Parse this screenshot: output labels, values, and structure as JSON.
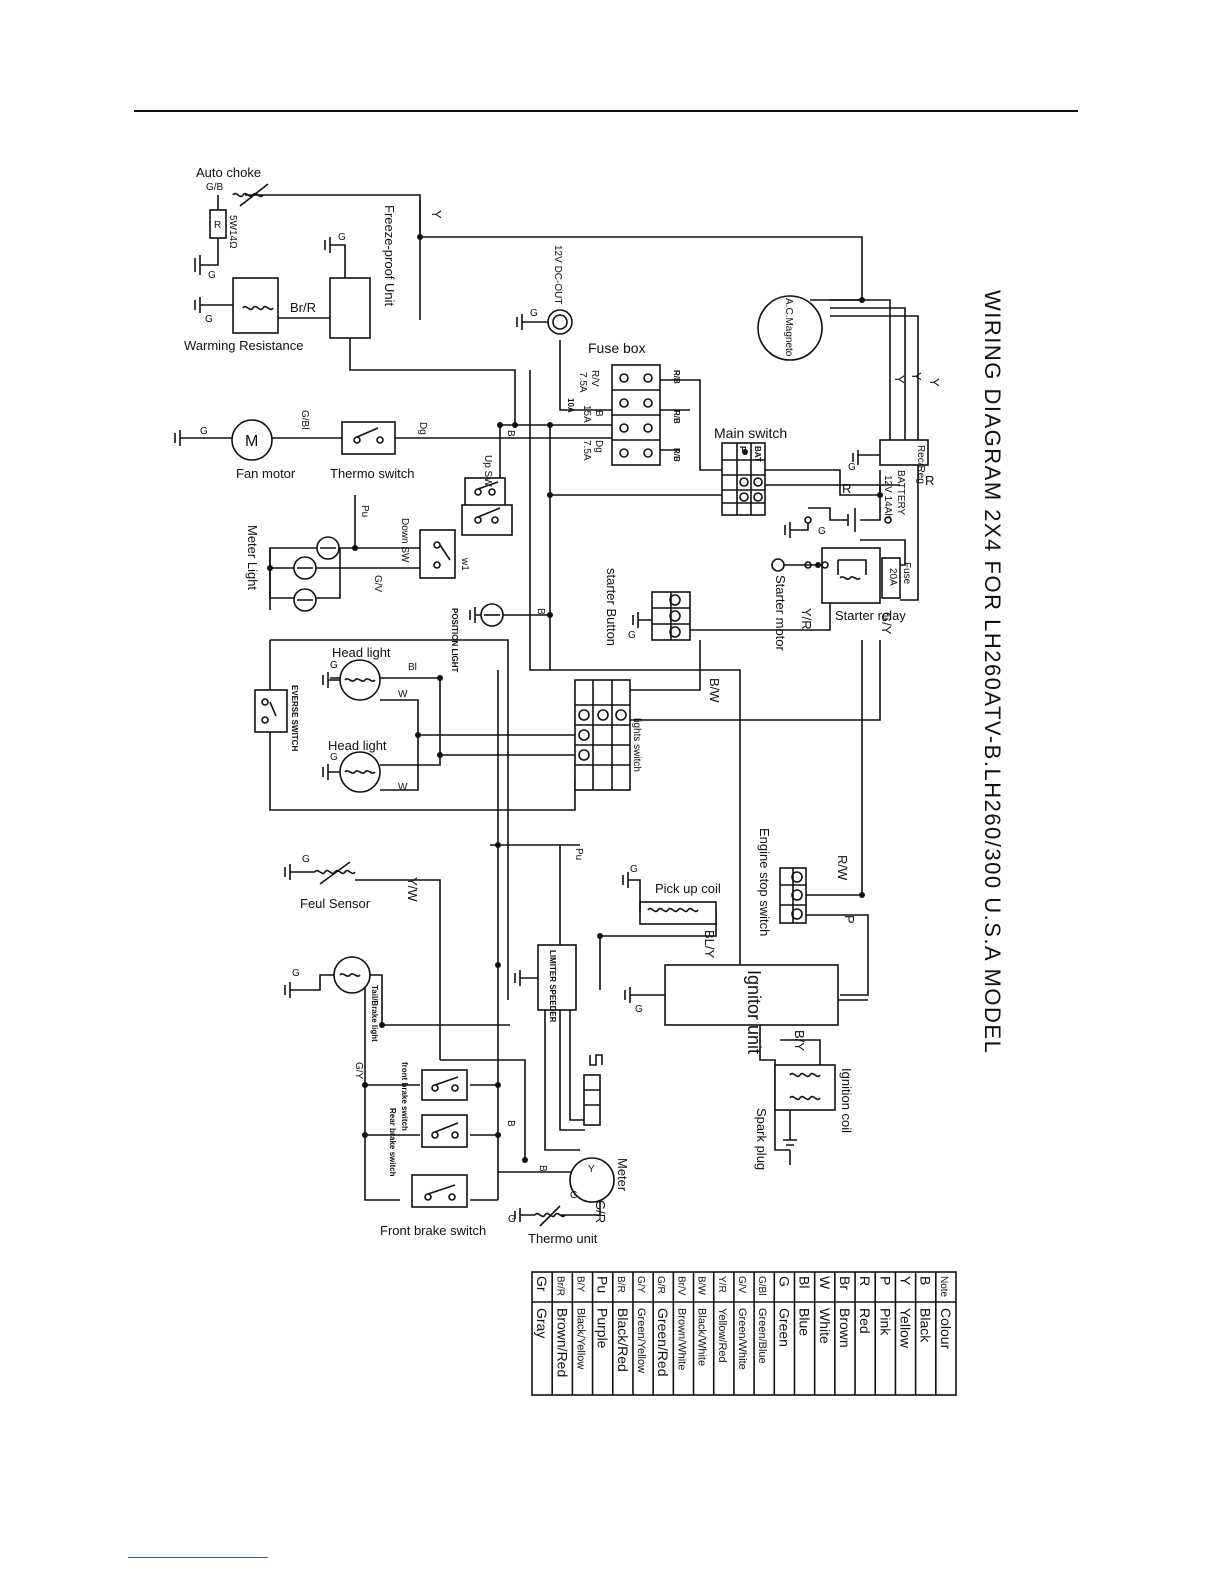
{
  "title": "WIRING DIAGRAM 2X4 FOR LH260ATV-B.LH260/300   U.S.A MODEL",
  "components": {
    "auto_choke": "Auto choke",
    "resistor": "R",
    "resistor_rating": "5W14Ω",
    "freeze_proof_unit": "Freeze-proof Unit",
    "warming_resistance": "Warming Resistance",
    "fan_motor": "Fan motor",
    "fan_motor_symbol": "M",
    "thermo_switch": "Thermo switch",
    "up_sw": "Up SW",
    "down_sw": "Down SW",
    "meter_light": "Meter Light",
    "position_light": "POSITION LIGHT",
    "head_light_1": "Head light",
    "head_light_2": "Head light",
    "reverse_switch": "EVERSE SWITCH",
    "lights_switch": "lights switch",
    "feul_sensor": "Feul Sensor",
    "tail_brake_light": "Tail/Brake light",
    "front_brake_switch_small": "front brake switch",
    "rear_brake_switch": "Rear brake switch",
    "front_brake_switch": "Front brake switch",
    "meter": "Meter",
    "thermo_unit": "Thermo unit",
    "limiter_speeder": "LIMITER SPEEDER",
    "pick_up_coil": "Pick up coil",
    "ignitor_unit": "Ignitor unit",
    "ignition_coil": "Ignition coil",
    "spark_plug": "Spark plug",
    "engine_stop_switch": "Engine stop switch",
    "dc_out": "12V DC-OUT",
    "fuse_box": "Fuse box",
    "main_switch": "Main switch",
    "ac_magneto": "A.C.Magneto",
    "rec_reg": "Rec/Reg",
    "battery": "BATTERY",
    "battery_spec": "12V 14Ah",
    "fuse": "Fuse",
    "fuse_rating": "20A",
    "starter_relay": "Starter relay",
    "starter_motor": "Starter motor",
    "starter_button": "starter Button",
    "w1": "w1"
  },
  "fuses": [
    {
      "wire": "R/V",
      "rating": "7.5A"
    },
    {
      "wire": "B",
      "rating": "15A"
    },
    {
      "wire": "Dg",
      "rating": "7.5A"
    }
  ],
  "fuse_box_right": [
    "R/B",
    "R/B",
    "R/B"
  ],
  "fuse_box_small": "10A",
  "main_switch_header": [
    "P",
    "BAT"
  ],
  "wire_labels": {
    "y": "Y",
    "g": "G",
    "br_r": "Br/R",
    "g_b": "G/B",
    "g_bl": "G/Bl",
    "dg": "Dg",
    "b": "B",
    "pu": "Pu",
    "g_v": "G/V",
    "bl": "Bl",
    "w": "W",
    "r": "R",
    "y_r": "Y/R",
    "g_y": "G/Y",
    "b_w": "B/W",
    "r_w": "R/W",
    "p": "P",
    "bl_y": "BL/Y",
    "b_y": "B/Y",
    "y_w": "Y/W",
    "g_r": "G/R"
  },
  "colour_table": {
    "header": [
      "Note",
      "Colour"
    ],
    "rows": [
      [
        "B",
        "Black"
      ],
      [
        "Y",
        "Yellow"
      ],
      [
        "P",
        "Pink"
      ],
      [
        "R",
        "Red"
      ],
      [
        "Br",
        "Brown"
      ],
      [
        "W",
        "White"
      ],
      [
        "Bl",
        "Blue"
      ],
      [
        "G",
        "Green"
      ],
      [
        "G/Bl",
        "Green/Blue"
      ],
      [
        "G/V",
        "Green/White"
      ],
      [
        "Y/R",
        "Yellow/Red"
      ],
      [
        "B/W",
        "Black/White"
      ],
      [
        "Br/V",
        "Brown/White"
      ],
      [
        "G/R",
        "Green/Red"
      ],
      [
        "G/Y",
        "Green/Yellow"
      ],
      [
        "B/R",
        "Black/Red"
      ],
      [
        "Pu",
        "Purple"
      ],
      [
        "B/Y",
        "Black/Yellow"
      ],
      [
        "Br/R",
        "Brown/Red"
      ],
      [
        "Gr",
        "Gray"
      ]
    ]
  }
}
